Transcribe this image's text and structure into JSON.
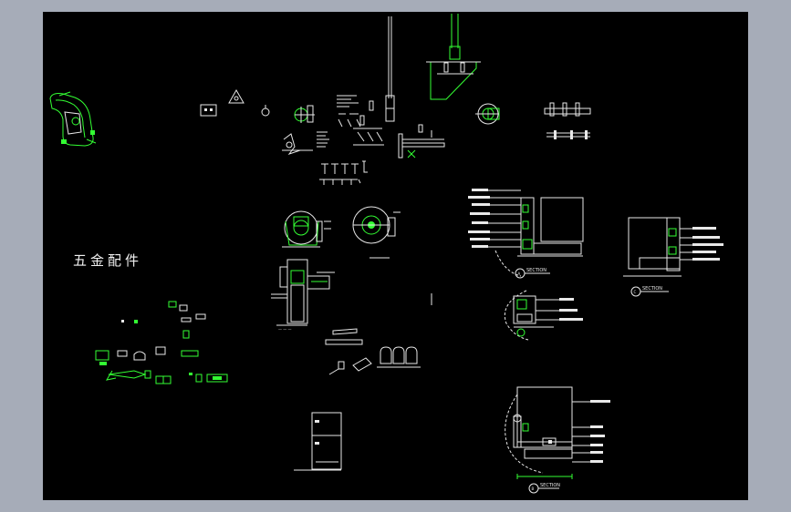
{
  "drawing": {
    "title": "五金配件",
    "section_a_label": "SECTION",
    "section_b_label": "SECTION",
    "section_c_label": "SECTION",
    "bubble_a": "A",
    "bubble_b": "B",
    "bubble_c": "C"
  },
  "colors": {
    "frame": "#a6acb8",
    "canvas": "#000000",
    "linework": "#e8e8e8",
    "highlight": "#33ff33"
  }
}
